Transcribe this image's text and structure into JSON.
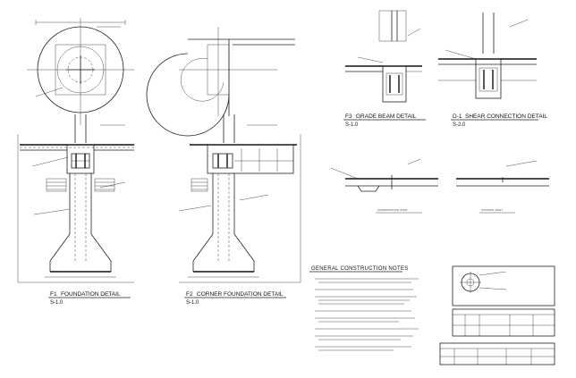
{
  "details": [
    {
      "id": "F1",
      "title": "FOUNDATION DETAIL",
      "sheet": "S-1.0"
    },
    {
      "id": "F2",
      "title": "CORNER FOUNDATION DETAIL",
      "sheet": "S-1.0"
    },
    {
      "id": "F3",
      "title": "GRADE BEAM DETAIL",
      "sheet": "S-1.0"
    },
    {
      "id": "D-1",
      "title": "SHEAR CONNECTION DETAIL",
      "sheet": "S-2.0"
    }
  ],
  "joint_labels": {
    "construction": "CONSTRUCTION JOINT",
    "control": "CONTROL JOINT"
  },
  "notes": {
    "heading": "GENERAL CONSTRUCTION NOTES"
  },
  "colors": {
    "line": "#222222",
    "background": "#ffffff"
  }
}
